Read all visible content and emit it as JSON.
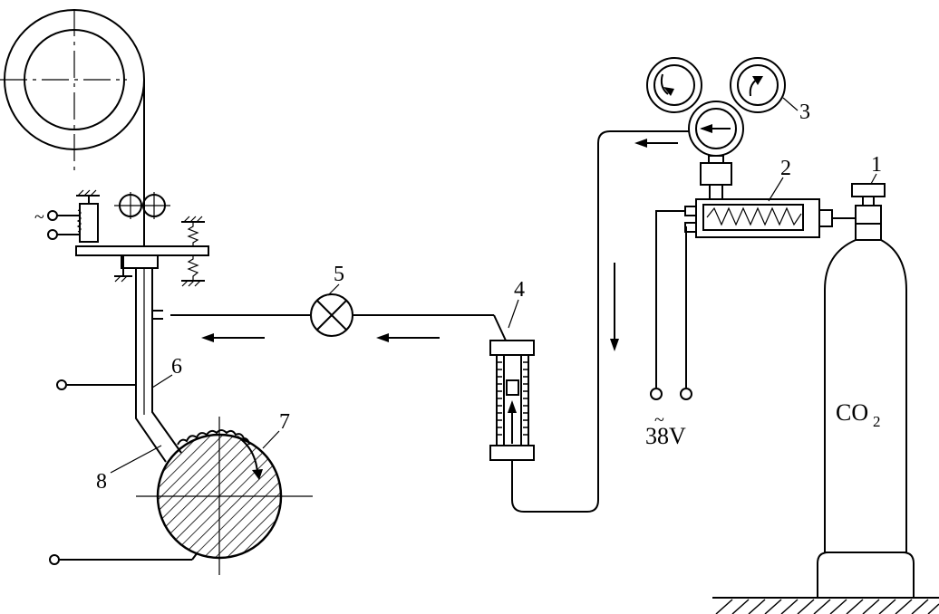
{
  "diagram": {
    "callouts": [
      "1",
      "2",
      "3",
      "4",
      "5",
      "6",
      "7",
      "8"
    ],
    "voltage_label": "38V",
    "ac_symbol": "~",
    "cylinder_label_main": "CO",
    "cylinder_label_sub": "2"
  }
}
